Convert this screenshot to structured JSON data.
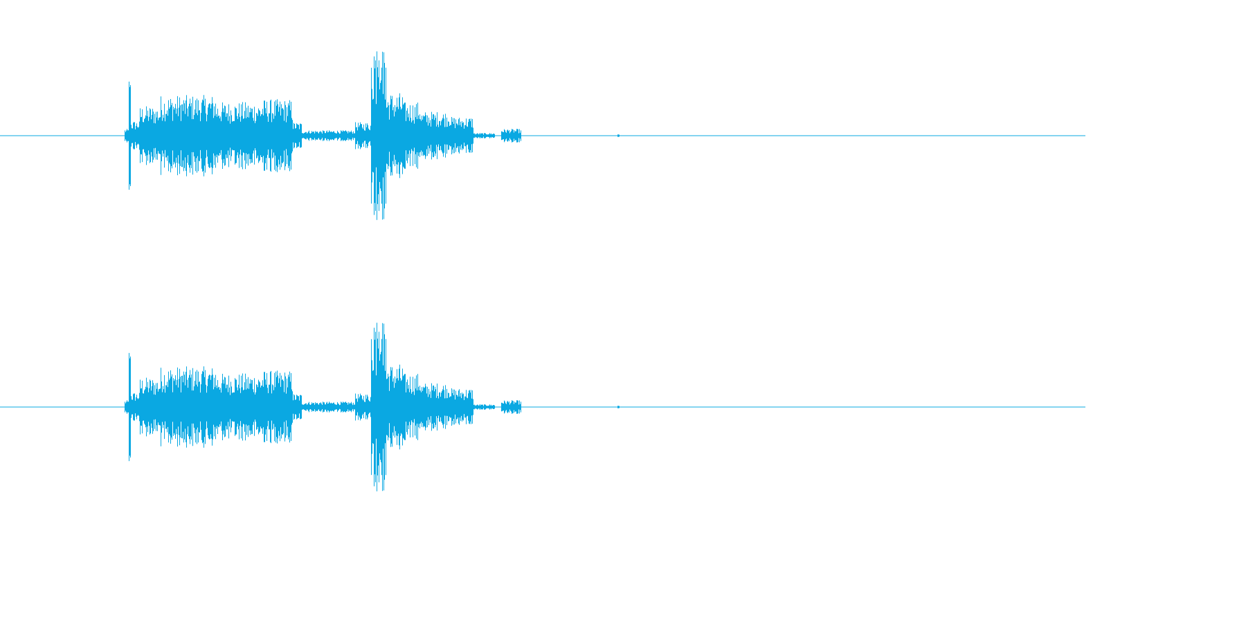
{
  "waveform": {
    "color": "#0aa8e2",
    "background": "#ffffff",
    "channels": [
      {
        "name": "channel-1"
      },
      {
        "name": "channel-2"
      }
    ],
    "segments": [
      {
        "start": 0.1148,
        "end": 0.1186,
        "amp": 0.05
      },
      {
        "start": 0.1186,
        "end": 0.1205,
        "amp": 0.43,
        "spike": true
      },
      {
        "start": 0.1205,
        "end": 0.129,
        "amp": 0.11
      },
      {
        "start": 0.129,
        "end": 0.148,
        "amp": 0.22
      },
      {
        "start": 0.148,
        "end": 0.199,
        "amp": 0.3
      },
      {
        "start": 0.199,
        "end": 0.242,
        "amp": 0.25
      },
      {
        "start": 0.242,
        "end": 0.27,
        "amp": 0.27
      },
      {
        "start": 0.27,
        "end": 0.278,
        "amp": 0.1
      },
      {
        "start": 0.278,
        "end": 0.327,
        "amp": 0.04
      },
      {
        "start": 0.327,
        "end": 0.342,
        "amp": 0.1
      },
      {
        "start": 0.342,
        "end": 0.356,
        "amp": 0.65,
        "spike": true
      },
      {
        "start": 0.356,
        "end": 0.372,
        "amp": 0.32
      },
      {
        "start": 0.372,
        "end": 0.388,
        "amp": 0.25
      },
      {
        "start": 0.388,
        "end": 0.415,
        "amp": 0.18
      },
      {
        "start": 0.415,
        "end": 0.436,
        "amp": 0.14
      },
      {
        "start": 0.436,
        "end": 0.456,
        "amp": 0.02
      },
      {
        "start": 0.462,
        "end": 0.48,
        "amp": 0.05
      },
      {
        "start": 0.569,
        "end": 0.571,
        "amp": 0.01
      }
    ]
  }
}
